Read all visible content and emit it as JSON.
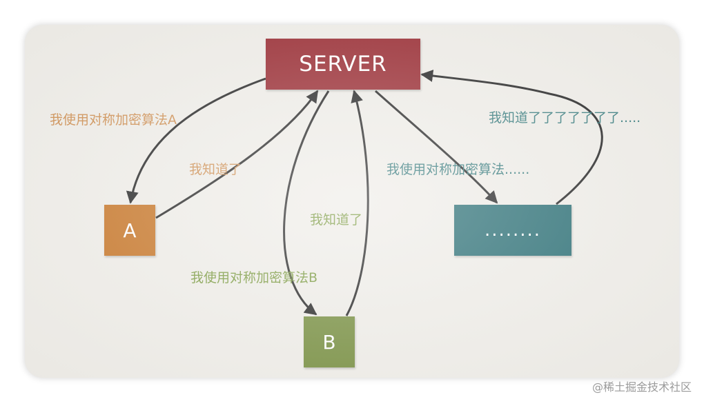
{
  "nodes": {
    "server": "SERVER",
    "a": "A",
    "b": "B",
    "other": "........"
  },
  "labels": {
    "a_request": "我使用对称加密算法A",
    "a_ack": "我知道了",
    "b_ack": "我知道了",
    "b_request": "我使用对称加密算法B",
    "other_request": "我使用对称加密算法......",
    "other_ack": "我知道了了了了了了了....."
  },
  "watermark": "@稀土掘金技术社区",
  "colors": {
    "server": "#9b2f36",
    "node_a": "#c8782b",
    "node_b": "#7a9144",
    "node_other": "#2e7177",
    "label_orange": "#cf9155",
    "label_green": "#7d9c43",
    "label_teal": "#3b7e80",
    "arrow": "#2a2a2a",
    "background": "#efede8"
  }
}
